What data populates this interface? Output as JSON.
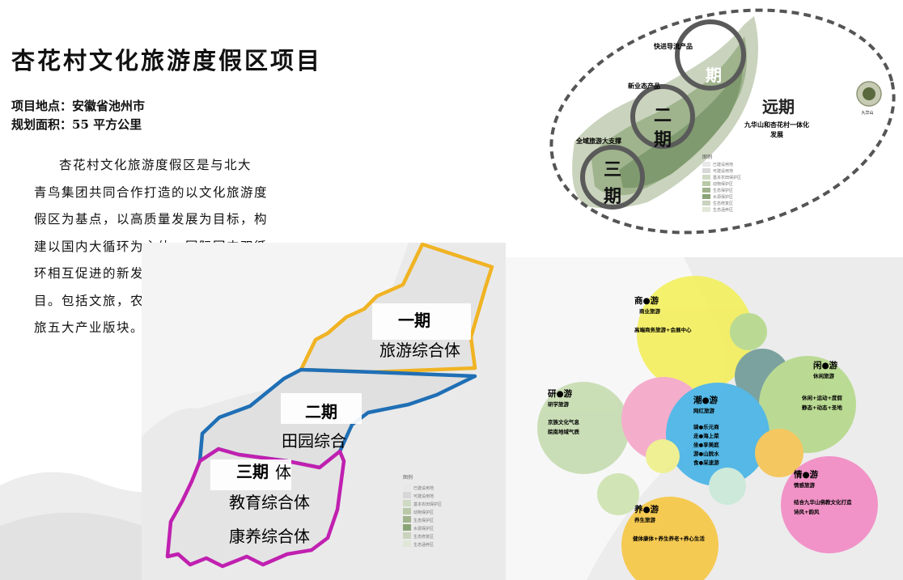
{
  "title": "杏花村文化旅游度假区项目",
  "meta": {
    "location_label": "项目地点：",
    "location_value": "安徽省池州市",
    "area_label": "规划面积：",
    "area_value": "55 平方公里"
  },
  "description_lines": [
    "杏花村文化旅游度假区是与北大",
    "青鸟集团共同合作打造的以文化旅游度",
    "假区为基点，以高质量发展为目标，构",
    "建以国内大循环为主体、国际国内双循",
    "环相互促进的新发展格局的综合产业项",
    "目。包括文旅，农旅，康旅，商旅，学",
    "旅五大产业版块。"
  ],
  "top_map": {
    "phase_1": "一期",
    "phase_2": "二期",
    "phase_3": "三期",
    "long_term": "远期",
    "long_term_desc_1": "九华山和杏花村一体化",
    "long_term_desc_2": "发展",
    "note_fast": "快进导流产品",
    "note_new": "新业态产品",
    "note_tour": "全域旅游大支撑",
    "poi_label": "九华山",
    "legend_title": "图例",
    "legend_items": [
      "已建设用地",
      "可建设用地",
      "基本农田保护区",
      "动物保护区",
      "生态保护区",
      "水源保护区",
      "生态修复区",
      "生态涵养区"
    ],
    "colors": {
      "ring": "#555555",
      "map_green": "#7f9a6e",
      "map_light": "#c9d3bd"
    }
  },
  "zone_map": {
    "phase1_title": "一期",
    "phase1_sub": "旅游综合体",
    "phase2_title": "二期",
    "phase2_sub": "田园综合",
    "phase3_title": "三期",
    "phase3_sub_tail": "体",
    "phase3_line2": "教育综合体",
    "phase3_line3": "康养综合体",
    "legend_title": "图例",
    "legend_items": [
      "已建设用地",
      "可建设用地",
      "基本农田保护区",
      "动物保护区",
      "生态保护区",
      "水源保护区",
      "生态修复区",
      "生态涵养区"
    ],
    "colors": {
      "phase1": "#f0b323",
      "phase2": "#1f6fb5",
      "phase3": "#c020b0"
    }
  },
  "bubbles": {
    "shang": {
      "title": "商●游",
      "sub": "商业旅游",
      "desc": "高端商务旅游+会展中心",
      "color": "#f3ef5c"
    },
    "xian": {
      "title": "闲●游",
      "sub": "休闲旅游",
      "desc_1": "休闲+运动+度假",
      "desc_2": "静态+动态+圣地",
      "color": "#b5d98a"
    },
    "yan": {
      "title": "研●游",
      "sub": "研学旅游",
      "desc_1": "京族文化气息",
      "desc_2": "皖南地域气质",
      "color": "#c5dcaf"
    },
    "chao": {
      "title": "潮●游",
      "sub": "网红旅游",
      "desc": [
        "骑●乐元商",
        "走●海上菜",
        "坐●享美庭",
        "游●山脱水",
        "食●采速游"
      ],
      "color": "#45b3e6"
    },
    "qing": {
      "title": "情●游",
      "sub": "情感旅游",
      "desc_1": "结合九华山佛教文化打造",
      "desc_2": "诗风+韵风",
      "color": "#f28ac4"
    },
    "yang": {
      "title": "养●游",
      "sub": "养生旅游",
      "desc": "健体康体+养生养老+养心生活",
      "color": "#f7c742"
    },
    "extra_colors": {
      "pink": "#f5a6c8",
      "teal": "#6f9b97",
      "orange": "#f5c451",
      "light_green": "#cde3b0",
      "yellow_small": "#eef089",
      "mint": "#c9e9d9"
    }
  }
}
